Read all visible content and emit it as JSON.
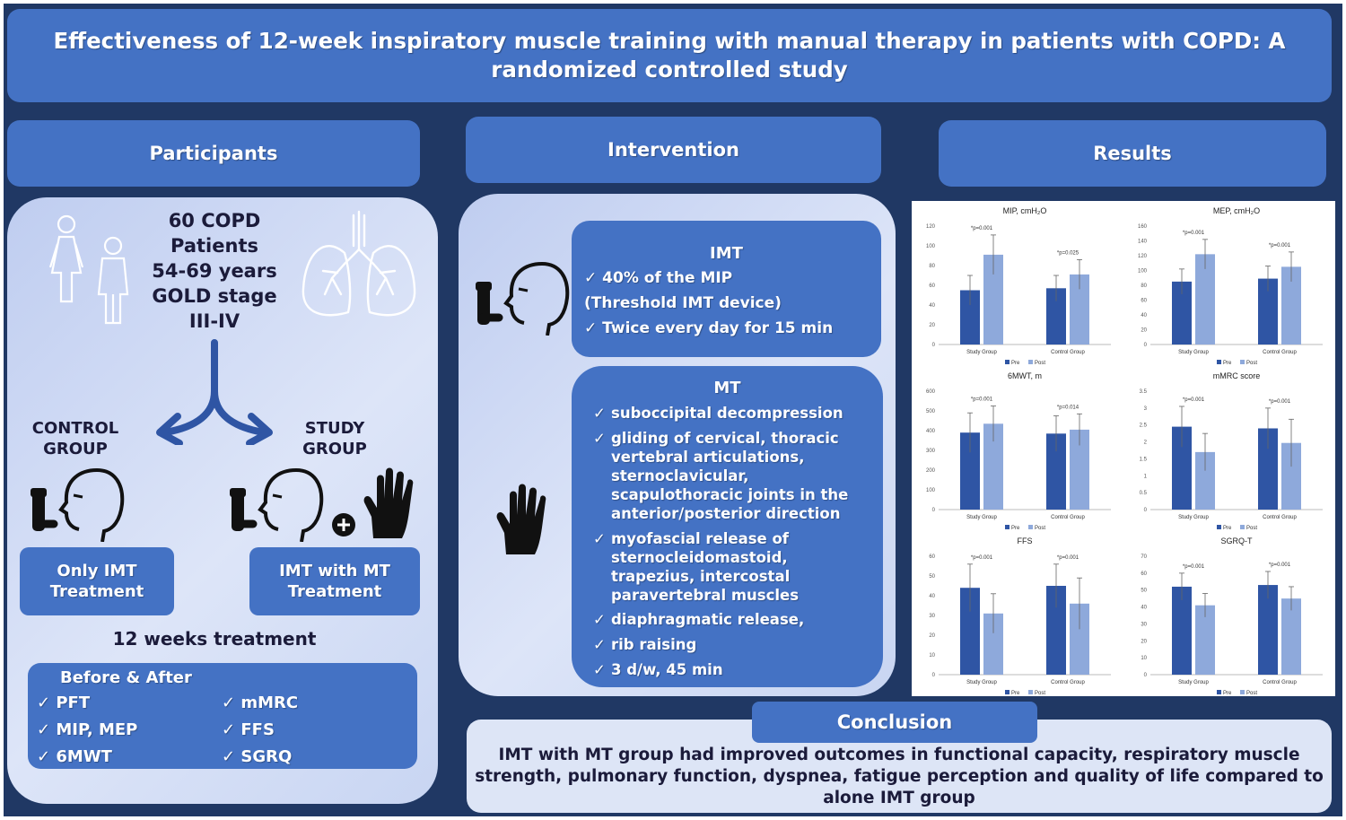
{
  "title": "Effectiveness of 12-week inspiratory muscle training with manual therapy in patients with COPD: A randomized controlled study",
  "sections": {
    "participants": "Participants",
    "intervention": "Intervention",
    "results": "Results",
    "conclusion": "Conclusion"
  },
  "participants": {
    "lines": [
      "60 COPD",
      "Patients",
      "54-69 years",
      "GOLD stage",
      "III-IV"
    ],
    "control_group": [
      "CONTROL",
      "GROUP"
    ],
    "study_group": [
      "STUDY",
      "GROUP"
    ],
    "control_treatment": [
      "Only IMT",
      "Treatment"
    ],
    "study_treatment": [
      "IMT with MT",
      "Treatment"
    ],
    "duration": "12 weeks treatment",
    "outcomes_title": "Before & After",
    "outcomes": [
      "PFT",
      "MIP, MEP",
      "6MWT",
      "mMRC",
      "FFS",
      "SGRQ"
    ]
  },
  "intervention": {
    "imt": {
      "title": "IMT",
      "items": [
        "✓ 40% of the MIP",
        "(Threshold IMT device)",
        "✓ Twice every day for 15 min"
      ]
    },
    "mt": {
      "title": "MT",
      "items": [
        "suboccipital decompression",
        "gliding of cervical, thoracic vertebral articulations, sternoclavicular, scapulothoracic joints in the anterior/posterior direction",
        "myofascial release of sternocleidomastoid, trapezius, intercostal paravertebral muscles",
        "diaphragmatic release,",
        "rib raising",
        "3 d/w, 45 min"
      ]
    }
  },
  "conclusion": "IMT with MT group had improved outcomes in functional capacity, respiratory muscle strength, pulmonary function, dyspnea, fatigue perception and quality of life compared to alone IMT group",
  "colors": {
    "background": "#203864",
    "box": "#4472c4",
    "panel": "#c9d5f3",
    "pre": "#2f55a4",
    "post": "#8ea9db"
  },
  "chart_data": [
    {
      "type": "bar",
      "title": "MIP, cmH₂O",
      "categories": [
        "Study Group",
        "Control Group"
      ],
      "series": [
        {
          "name": "Pre",
          "values": [
            55,
            57
          ],
          "errors": [
            15,
            13
          ]
        },
        {
          "name": "Post",
          "values": [
            91,
            71
          ],
          "errors": [
            20,
            15
          ]
        }
      ],
      "annotations": [
        "*p=0.001",
        "*p=0.025"
      ],
      "ylim": [
        0,
        120
      ],
      "yticks": [
        0,
        20,
        40,
        60,
        80,
        100,
        120
      ]
    },
    {
      "type": "bar",
      "title": "MEP, cmH₂O",
      "categories": [
        "Study Group",
        "Control Group"
      ],
      "series": [
        {
          "name": "Pre",
          "values": [
            85,
            89
          ],
          "errors": [
            17,
            17
          ]
        },
        {
          "name": "Post",
          "values": [
            122,
            105
          ],
          "errors": [
            20,
            20
          ]
        }
      ],
      "annotations": [
        "*p=0.001",
        "*p=0.001"
      ],
      "ylim": [
        0,
        160
      ],
      "yticks": [
        0,
        20,
        40,
        60,
        80,
        100,
        120,
        140,
        160
      ]
    },
    {
      "type": "bar",
      "title": "6MWT, m",
      "categories": [
        "Study Group",
        "Control Group"
      ],
      "series": [
        {
          "name": "Pre",
          "values": [
            390,
            385
          ],
          "errors": [
            100,
            90
          ]
        },
        {
          "name": "Post",
          "values": [
            435,
            405
          ],
          "errors": [
            90,
            80
          ]
        }
      ],
      "annotations": [
        "*p=0.001",
        "*p=0.014"
      ],
      "ylim": [
        0,
        600
      ],
      "yticks": [
        0,
        100,
        200,
        300,
        400,
        500,
        600
      ]
    },
    {
      "type": "bar",
      "title": "mMRC score",
      "categories": [
        "Study Group",
        "Control Group"
      ],
      "series": [
        {
          "name": "Pre",
          "values": [
            2.45,
            2.4
          ],
          "errors": [
            0.6,
            0.6
          ]
        },
        {
          "name": "Post",
          "values": [
            1.7,
            1.97
          ],
          "errors": [
            0.55,
            0.7
          ]
        }
      ],
      "annotations": [
        "*p=0.001",
        "*p=0.001"
      ],
      "ylim": [
        0,
        3.5
      ],
      "yticks": [
        0,
        0.5,
        1,
        1.5,
        2,
        2.5,
        3,
        3.5
      ]
    },
    {
      "type": "bar",
      "title": "FFS",
      "categories": [
        "Study Group",
        "Control Group"
      ],
      "series": [
        {
          "name": "Pre",
          "values": [
            44,
            45
          ],
          "errors": [
            12,
            11
          ]
        },
        {
          "name": "Post",
          "values": [
            31,
            36
          ],
          "errors": [
            10,
            13
          ]
        }
      ],
      "annotations": [
        "*p=0.001",
        "*p=0.001"
      ],
      "ylim": [
        0,
        60
      ],
      "yticks": [
        0,
        10,
        20,
        30,
        40,
        50,
        60
      ]
    },
    {
      "type": "bar",
      "title": "SGRQ-T",
      "categories": [
        "Study Group",
        "Control Group"
      ],
      "series": [
        {
          "name": "Pre",
          "values": [
            52,
            53
          ],
          "errors": [
            8,
            8
          ]
        },
        {
          "name": "Post",
          "values": [
            41,
            45
          ],
          "errors": [
            7,
            7
          ]
        }
      ],
      "annotations": [
        "*p=0.001",
        "*p=0.001"
      ],
      "ylim": [
        0,
        70
      ],
      "yticks": [
        0,
        10,
        20,
        30,
        40,
        50,
        60,
        70
      ]
    }
  ]
}
